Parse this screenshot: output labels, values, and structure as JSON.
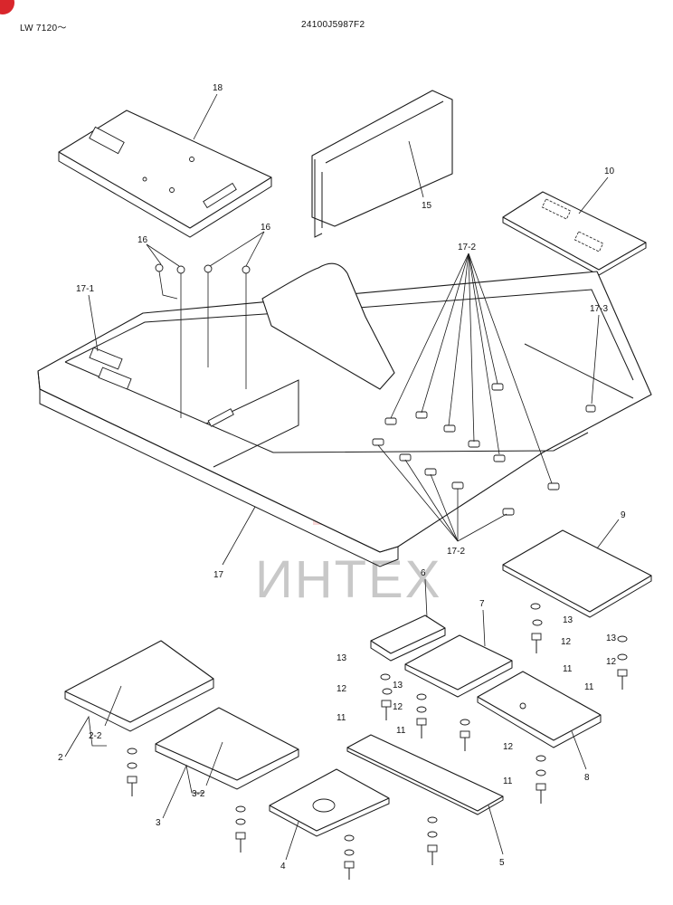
{
  "header": {
    "model": "LW 7120～",
    "drawing_number": "24100J5987F2"
  },
  "watermark": {
    "text": "ИНТЕХ",
    "color": "#d9262c"
  },
  "callouts": [
    {
      "id": "c18",
      "text": "18"
    },
    {
      "id": "c15",
      "text": "15"
    },
    {
      "id": "c10",
      "text": "10"
    },
    {
      "id": "c16a",
      "text": "16"
    },
    {
      "id": "c16b",
      "text": "16"
    },
    {
      "id": "c17-2a",
      "text": "17-2"
    },
    {
      "id": "c17-1",
      "text": "17-1"
    },
    {
      "id": "c17-3",
      "text": "17-3"
    },
    {
      "id": "c17-2b",
      "text": "17-2"
    },
    {
      "id": "c17",
      "text": "17"
    },
    {
      "id": "c9",
      "text": "9"
    },
    {
      "id": "c6",
      "text": "6"
    },
    {
      "id": "c7",
      "text": "7"
    },
    {
      "id": "c13a",
      "text": "13"
    },
    {
      "id": "c12a",
      "text": "12"
    },
    {
      "id": "c11a",
      "text": "11"
    },
    {
      "id": "c13b",
      "text": "13"
    },
    {
      "id": "c12b",
      "text": "12"
    },
    {
      "id": "c11b",
      "text": "11"
    },
    {
      "id": "c13c",
      "text": "13"
    },
    {
      "id": "c12c",
      "text": "12"
    },
    {
      "id": "c11c",
      "text": "11"
    },
    {
      "id": "c13d",
      "text": "13"
    },
    {
      "id": "c12d",
      "text": "12"
    },
    {
      "id": "c11d",
      "text": "11"
    },
    {
      "id": "c12e",
      "text": "12"
    },
    {
      "id": "c11e",
      "text": "11"
    },
    {
      "id": "c8",
      "text": "8"
    },
    {
      "id": "c2",
      "text": "2"
    },
    {
      "id": "c2-2",
      "text": "2-2"
    },
    {
      "id": "c3",
      "text": "3"
    },
    {
      "id": "c3-2",
      "text": "3-2"
    },
    {
      "id": "c4",
      "text": "4"
    },
    {
      "id": "c5",
      "text": "5"
    }
  ]
}
